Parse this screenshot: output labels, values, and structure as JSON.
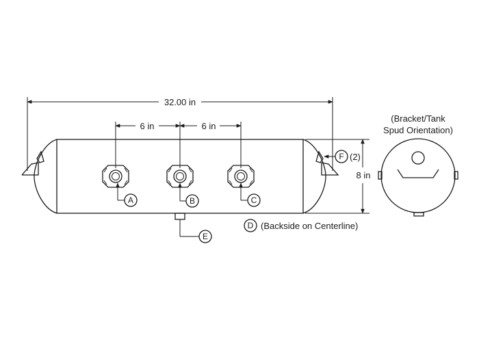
{
  "dimensions": {
    "overall_length": "32.00 in",
    "port_spacing_left": "6 in",
    "port_spacing_right": "6 in",
    "height": "8 in"
  },
  "callouts": {
    "a": "A",
    "b": "B",
    "c": "C",
    "d": "D",
    "e": "E",
    "f": "F"
  },
  "notes": {
    "f_qty": "(2)",
    "d_note": "(Backside on Centerline)",
    "end_view_title_line1": "(Bracket/Tank",
    "end_view_title_line2": "Spud Orientation)"
  },
  "colors": {
    "line": "#1a1a1a",
    "background": "#ffffff"
  }
}
